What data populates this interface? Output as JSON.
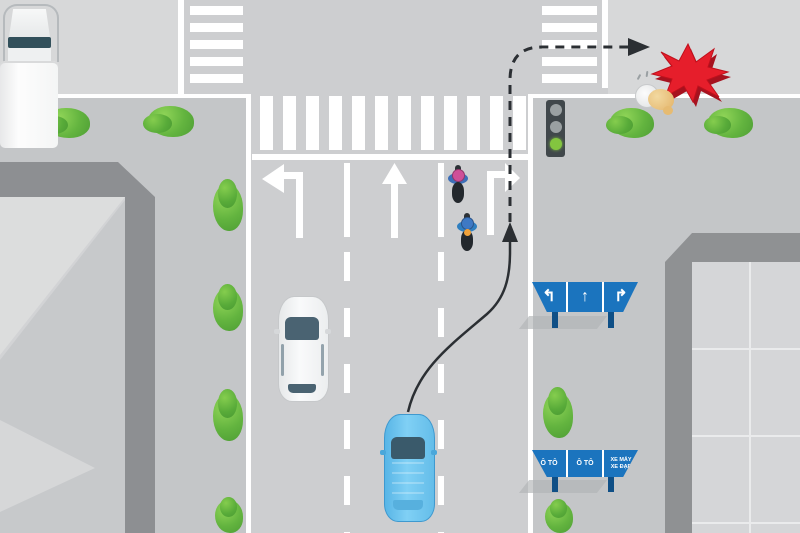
{
  "scene": {
    "description": "Top-view traffic diagram: blue car cuts from middle lane to turn right at a green light and collides with a pedestrian at the corner crosswalk",
    "signs": {
      "lane_direction": {
        "arrows": [
          "↰",
          "↑",
          "↱"
        ]
      },
      "lane_designation": {
        "panel1": "Ô TÔ",
        "panel2": "Ô TÔ",
        "panel3_line1": "XE MÁY",
        "panel3_line2": "XE ĐẠP"
      }
    },
    "traffic_light": {
      "state": "green",
      "lights": [
        "off",
        "off",
        "green-on"
      ]
    },
    "lane_markings": [
      "left-turn-arrow",
      "straight-arrow",
      "right-turn-arrow"
    ],
    "colors": {
      "road": "#cdced0",
      "sidewalk": "#c4c6c8",
      "corner_block": "#d7d8d9",
      "building_edge": "#8d8f92",
      "building_face": "#d4d5d7",
      "marking_white": "#ffffff",
      "sign_blue": "#1b74be",
      "bush_green": "#63b43f",
      "traffic_light_green": "#83c53f",
      "collision_red": "#e61e2b",
      "blue_car": "#74c5ef",
      "trajectory_black": "#2b2f33"
    }
  }
}
